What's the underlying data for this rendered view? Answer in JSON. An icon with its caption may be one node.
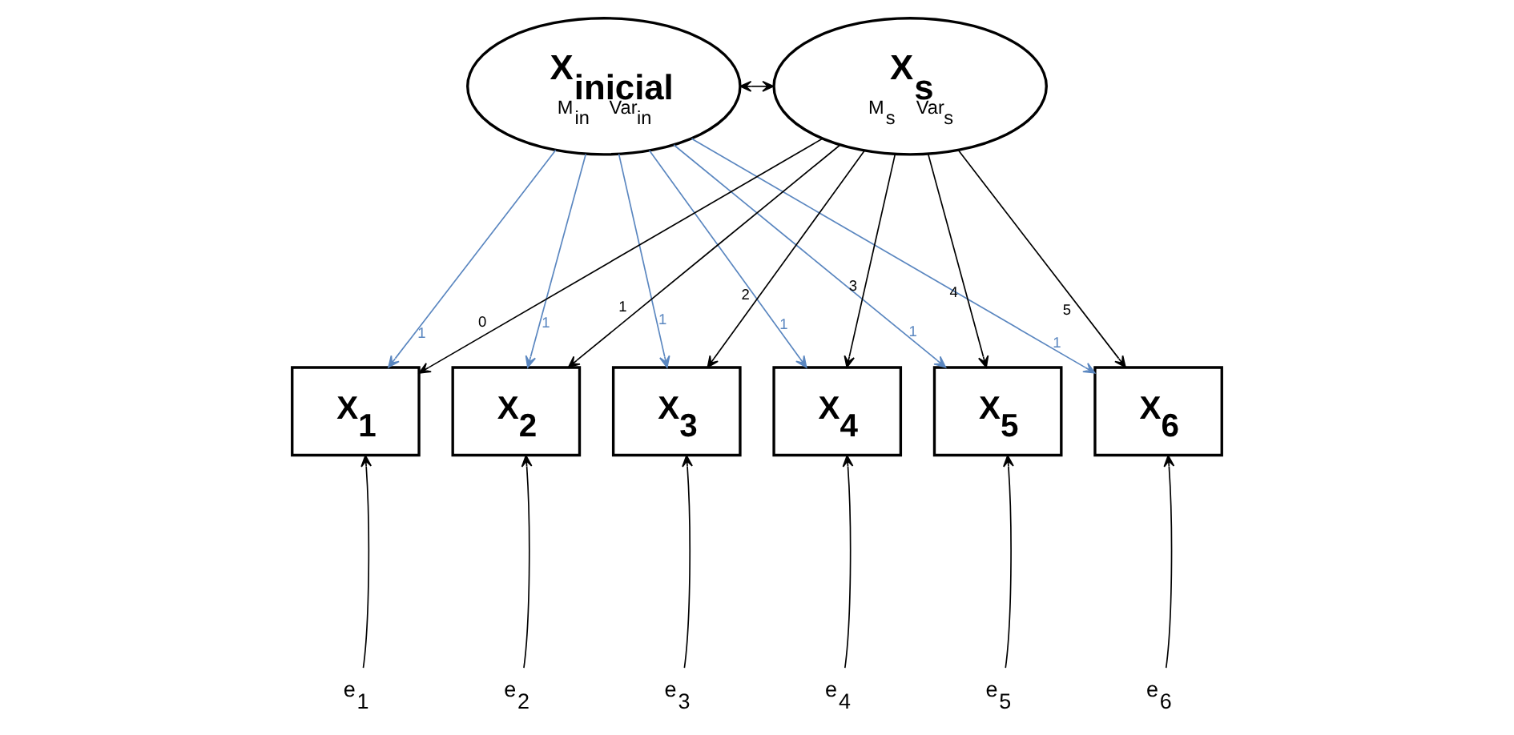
{
  "diagram": {
    "nodes": [
      {
        "text": [
          "X$_{inicial}$",
          "M$_{in}$",
          "Var$_{in}$"
        ]
      },
      {
        "text": [
          "X$_{s}$",
          "M$_{s}$",
          "Var$_{s}$"
        ]
      },
      {
        "text": [
          "X$_{1}$"
        ]
      },
      {
        "text": [
          "X$_{2}$"
        ]
      },
      {
        "text": [
          "X$_{3}$"
        ]
      },
      {
        "text": [
          "X$_{4}$"
        ]
      },
      {
        "text": [
          "X$_{5}$"
        ]
      },
      {
        "text": [
          "X$_{6}$"
        ]
      },
      {
        "text": [
          "e$_{1}$"
        ]
      },
      {
        "text": [
          "e$_{2}$"
        ]
      },
      {
        "text": [
          "e$_{3}$"
        ]
      },
      {
        "text": [
          "e$_{4}$"
        ]
      },
      {
        "text": [
          "e$_{5}$"
        ]
      },
      {
        "text": [
          "e$_{6}$"
        ]
      }
    ],
    "edges": [
      {
        "from": 1,
        "to": 0,
        "arrow": "both"
      },
      {
        "from": 0,
        "to": 2,
        "arrow": "to",
        "label": "1",
        "color": "#5b87c0"
      },
      {
        "from": 0,
        "to": 3,
        "arrow": "to",
        "label": "1",
        "color": "#5b87c0"
      },
      {
        "from": 0,
        "to": 4,
        "arrow": "to",
        "label": "1",
        "color": "#5b87c0"
      },
      {
        "from": 0,
        "to": 5,
        "arrow": "to",
        "label": "1",
        "color": "#5b87c0"
      },
      {
        "from": 0,
        "to": 6,
        "arrow": "to",
        "label": "1",
        "color": "#5b87c0"
      },
      {
        "from": 0,
        "to": 7,
        "arrow": "to",
        "label": "1",
        "color": "#5b87c0"
      },
      {
        "from": 1,
        "to": 2,
        "arrow": "to",
        "label": "0"
      },
      {
        "from": 1,
        "to": 3,
        "arrow": "to",
        "label": "1"
      },
      {
        "from": 1,
        "to": 4,
        "arrow": "to",
        "label": "2"
      },
      {
        "from": 1,
        "to": 5,
        "arrow": "to",
        "label": "3"
      },
      {
        "from": 1,
        "to": 6,
        "arrow": "to",
        "label": "4"
      },
      {
        "from": 1,
        "to": 7,
        "arrow": "to",
        "label": "5"
      },
      {
        "from": 8,
        "to": 2,
        "arrow": "to"
      },
      {
        "from": 9,
        "to": 3,
        "arrow": "to"
      },
      {
        "from": 10,
        "to": 4,
        "arrow": "to"
      },
      {
        "from": 11,
        "to": 5,
        "arrow": "to"
      },
      {
        "from": 12,
        "to": 6,
        "arrow": "to"
      },
      {
        "from": 13,
        "to": 7,
        "arrow": "to"
      }
    ]
  }
}
